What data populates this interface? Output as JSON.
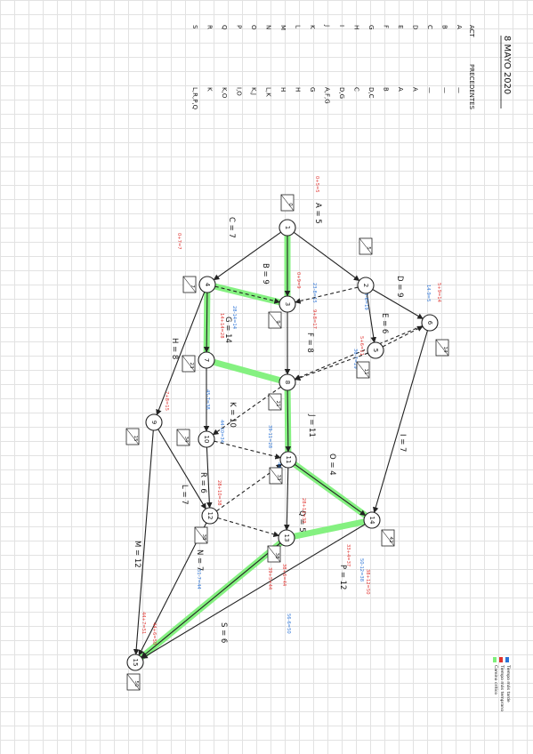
{
  "header": {
    "date": "8 MAYO 2020"
  },
  "table": {
    "col_activity": "ACT",
    "col_predecessors": "PRECEDENTES",
    "rows": [
      {
        "act": "A",
        "pred": "—"
      },
      {
        "act": "B",
        "pred": "—"
      },
      {
        "act": "C",
        "pred": "—"
      },
      {
        "act": "D",
        "pred": "A"
      },
      {
        "act": "E",
        "pred": "A"
      },
      {
        "act": "F",
        "pred": "B"
      },
      {
        "act": "G",
        "pred": "D,C"
      },
      {
        "act": "H",
        "pred": "C"
      },
      {
        "act": "I",
        "pred": "D,G"
      },
      {
        "act": "J",
        "pred": "A,F,G"
      },
      {
        "act": "K",
        "pred": "G"
      },
      {
        "act": "L",
        "pred": "H"
      },
      {
        "act": "M",
        "pred": "H"
      },
      {
        "act": "N",
        "pred": "L,K"
      },
      {
        "act": "O",
        "pred": "K,J"
      },
      {
        "act": "P",
        "pred": "I,O"
      },
      {
        "act": "Q",
        "pred": "K,O"
      },
      {
        "act": "R",
        "pred": "K"
      },
      {
        "act": "S",
        "pred": "L,R,P,Q"
      }
    ]
  },
  "nodes": [
    {
      "id": "1",
      "box": "0"
    },
    {
      "id": "2",
      "box": "5"
    },
    {
      "id": "3",
      "box": "9"
    },
    {
      "id": "4",
      "box": "7"
    },
    {
      "id": "5",
      "box": "11"
    },
    {
      "id": "6",
      "box": "14"
    },
    {
      "id": "7",
      "box": "23"
    },
    {
      "id": "8",
      "box": "21"
    },
    {
      "id": "9",
      "box": "15"
    },
    {
      "id": "10",
      "box": "34"
    },
    {
      "id": "11",
      "box": "33"
    },
    {
      "id": "12",
      "box": "38"
    },
    {
      "id": "13",
      "box": "38"
    },
    {
      "id": "14",
      "box": "42"
    },
    {
      "id": "15",
      "box": "50"
    }
  ],
  "edges": [
    {
      "label": "A = 5"
    },
    {
      "label": "B = 9"
    },
    {
      "label": "C = 7"
    },
    {
      "label": "D = 9"
    },
    {
      "label": "E = 6"
    },
    {
      "label": "F = 8"
    },
    {
      "label": "G = 14"
    },
    {
      "label": "H = 8"
    },
    {
      "label": "I = 7"
    },
    {
      "label": "J = 11"
    },
    {
      "label": "K = 10"
    },
    {
      "label": "L = 7"
    },
    {
      "label": "M = 12"
    },
    {
      "label": "N = 7"
    },
    {
      "label": "O = 4"
    },
    {
      "label": "P = 12"
    },
    {
      "label": "Q = 5"
    },
    {
      "label": "R = 6"
    },
    {
      "label": "S = 6"
    }
  ],
  "red_notes": [
    "0+5=5",
    "0+7=7",
    "0+9=9",
    "5+9=14",
    "5+6=11",
    "9+8=17",
    "14+14=28",
    "7+8=15",
    "28+10=38",
    "28+11=39",
    "38+6=44",
    "33+4=37",
    "44+7=51",
    "38+12=50",
    "39+5=44",
    "44+6=50"
  ],
  "blue_notes": [
    "14-9=5",
    "23-8=15",
    "25-6=19",
    "36-7=29",
    "28-14=14",
    "39-11=28",
    "44-10=34",
    "51-7=44",
    "50-12=38",
    "56-6=50",
    "44-4=40",
    "45-7=38"
  ],
  "legend": {
    "items": [
      {
        "label": "Tiempo más tarde",
        "color": "#2b73d6"
      },
      {
        "label": "Tiempo más temprano",
        "color": "#e0322e"
      },
      {
        "label": "Camino crítico",
        "color": "#7ef07a"
      }
    ]
  }
}
